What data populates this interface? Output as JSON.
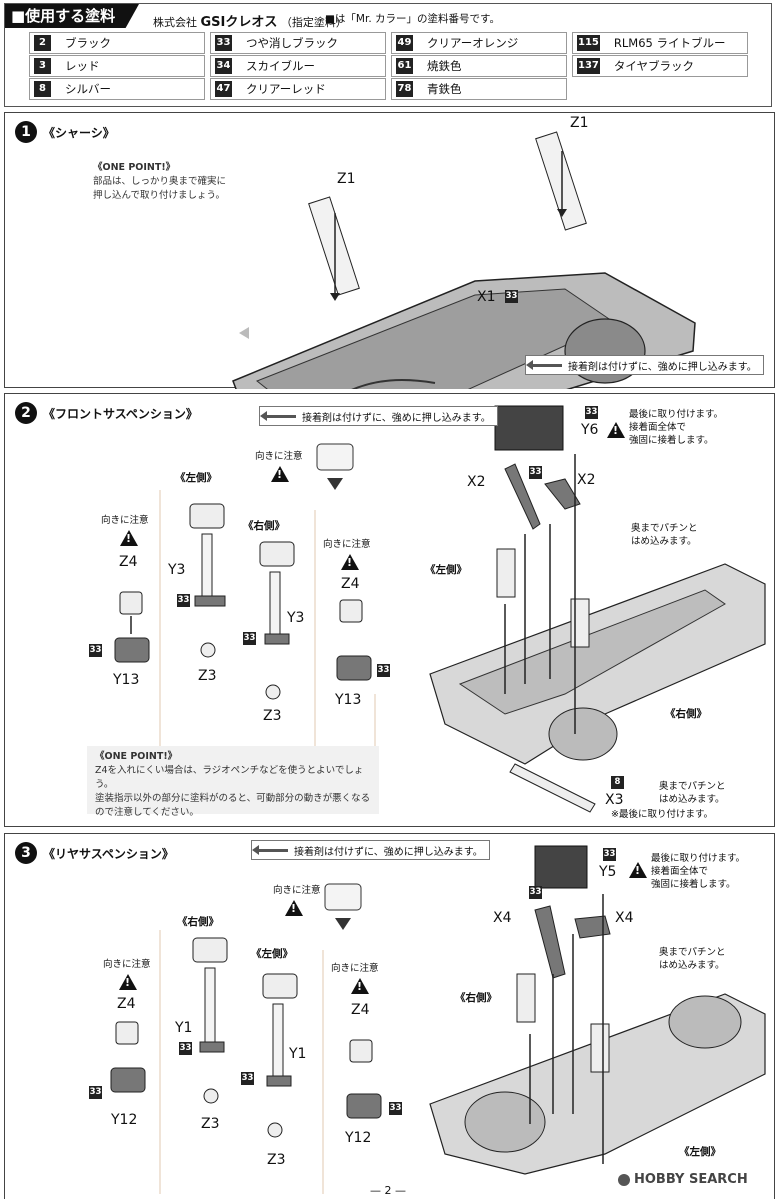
{
  "paint": {
    "title": "■使用する塗料",
    "maker_prefix": "株式会社",
    "maker_brand": "GSIクレオス",
    "maker_suffix": "（指定塗料）",
    "note": "■は「Mr. カラー」の塗料番号です。",
    "colors": [
      {
        "num": "2",
        "name": "ブラック"
      },
      {
        "num": "33",
        "name": "つや消しブラック"
      },
      {
        "num": "49",
        "name": "クリアーオレンジ"
      },
      {
        "num": "115",
        "name": "RLM65 ライトブルー"
      },
      {
        "num": "3",
        "name": "レッド"
      },
      {
        "num": "34",
        "name": "スカイブルー"
      },
      {
        "num": "61",
        "name": "焼鉄色"
      },
      {
        "num": "137",
        "name": "タイヤブラック"
      },
      {
        "num": "8",
        "name": "シルバー"
      },
      {
        "num": "47",
        "name": "クリアーレッド"
      },
      {
        "num": "78",
        "name": "青鉄色"
      }
    ]
  },
  "step1": {
    "num": "1",
    "title": "《シャーシ》",
    "onepoint_head": "《ONE POINT!》",
    "onepoint_line1": "部品は、しっかり奥まで確実に",
    "onepoint_line2": "押し込んで取り付けましょう。",
    "part_z1_a": "Z1",
    "part_z1_b": "Z1",
    "part_x1": "X1",
    "part_x1_color": "33",
    "glue_note": "接着剤は付けずに、強めに押し込みます。"
  },
  "step2": {
    "num": "2",
    "title": "《フロントサスペンション》",
    "glue_note": "接着剤は付けずに、強めに押し込みます。",
    "orient": "向きに注意",
    "left_side": "《左側》",
    "right_side": "《右側》",
    "y3": "Y3",
    "z3": "Z3",
    "z4": "Z4",
    "y13": "Y13",
    "chip33": "33",
    "x2": "X2",
    "y6": "Y6",
    "y6_note1": "最後に取り付けます。",
    "y6_note2": "接着面全体で",
    "y6_note3": "強固に接着します。",
    "snap_note1": "奥までパチンと",
    "snap_note2": "はめ込みます。",
    "x3": "X3",
    "x3_color": "8",
    "x3_note1": "奥までパチンと",
    "x3_note2": "はめ込みます。",
    "last_note": "※最後に取り付けます。",
    "onepoint_head": "《ONE POINT!》",
    "onepoint_line1": "Z4を入れにくい場合は、ラジオペンチなどを使うとよいでしょう。",
    "onepoint_line2": "塗装指示以外の部分に塗料がのると、可動部分の動きが悪くなる",
    "onepoint_line3": "ので注意してください。"
  },
  "step3": {
    "num": "3",
    "title": "《リヤサスペンション》",
    "glue_note": "接着剤は付けずに、強めに押し込みます。",
    "orient": "向きに注意",
    "right_side": "《右側》",
    "left_side": "《左側》",
    "y1": "Y1",
    "z3": "Z3",
    "z4": "Z4",
    "y12": "Y12",
    "chip33": "33",
    "x4": "X4",
    "y5": "Y5",
    "y5_note1": "最後に取り付けます。",
    "y5_note2": "接着面全体で",
    "y5_note3": "強固に接着します。",
    "snap_note1": "奥までパチンと",
    "snap_note2": "はめ込みます。"
  },
  "page_number": "2",
  "watermark": "HOBBY SEARCH"
}
